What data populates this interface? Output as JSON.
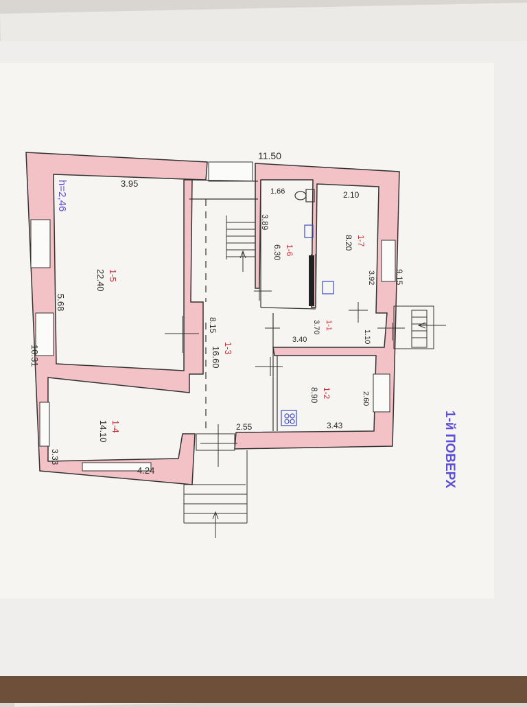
{
  "floor_label": "1-й ПОВЕРХ",
  "ceiling_height_label": "h=2,46",
  "outer_dimensions": {
    "top_width": "11.50",
    "left_height": "10.31",
    "right_height": "9.15"
  },
  "rooms": [
    {
      "id": "1-5",
      "area": "22.40",
      "dim_top": "3.95",
      "dim_side": "5.68"
    },
    {
      "id": "1-4",
      "area": "14.10",
      "dim_bottom": "4.24",
      "dim_side": "3.33"
    },
    {
      "id": "1-3",
      "area": "16.60",
      "dim_side": "8.15",
      "dim_bottom": "2.55"
    },
    {
      "id": "1-6",
      "area": "6.30",
      "dim_top": "1.66",
      "dim_side": "3.89"
    },
    {
      "id": "1-7",
      "area": "8.20",
      "dim_top": "2.10",
      "dim_side": "3.92"
    },
    {
      "id": "1-1",
      "area": "3.70",
      "dim_bottom": "3.40",
      "dim_side": "1.10"
    },
    {
      "id": "1-2",
      "area": "8.90",
      "dim_bottom": "3.43",
      "dim_side": "2.60"
    }
  ],
  "colors": {
    "wall_fill": "#f2c2c6",
    "wall_stroke": "#333333",
    "stamp": "#5b4fd6",
    "room_id": "#c0303a",
    "fixture": "#3a48c8"
  }
}
